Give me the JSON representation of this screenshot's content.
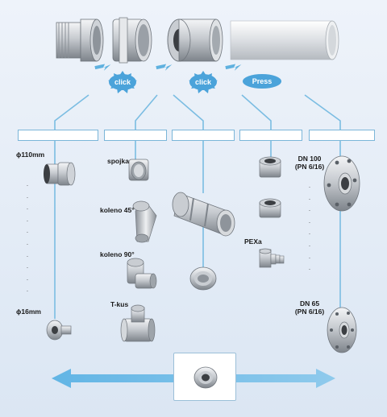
{
  "top_row": {
    "badges": [
      {
        "label": "click"
      },
      {
        "label": "click"
      },
      {
        "label": "Press"
      }
    ]
  },
  "column_headers": [
    "",
    "",
    "",
    "",
    ""
  ],
  "columns": {
    "pipe_sizes": {
      "top": "ɸ110mm",
      "bottom": "ɸ16mm"
    },
    "fittings": {
      "spojka": "spojka",
      "koleno45": "koleno 45°",
      "koleno90": "koleno 90°",
      "tkus": "T-kus"
    },
    "adapters": {
      "pexa": "PEXa"
    },
    "flanges": {
      "top_line1": "DN 100",
      "top_line2": "(PN 6/16)",
      "bottom_line1": "DN 65",
      "bottom_line2": "(PN 6/16)"
    }
  },
  "colors": {
    "accent": "#5fb1df",
    "badge": "#4ba3da",
    "arrow": "#6cbbe6",
    "metal": "#b8bcc2"
  }
}
